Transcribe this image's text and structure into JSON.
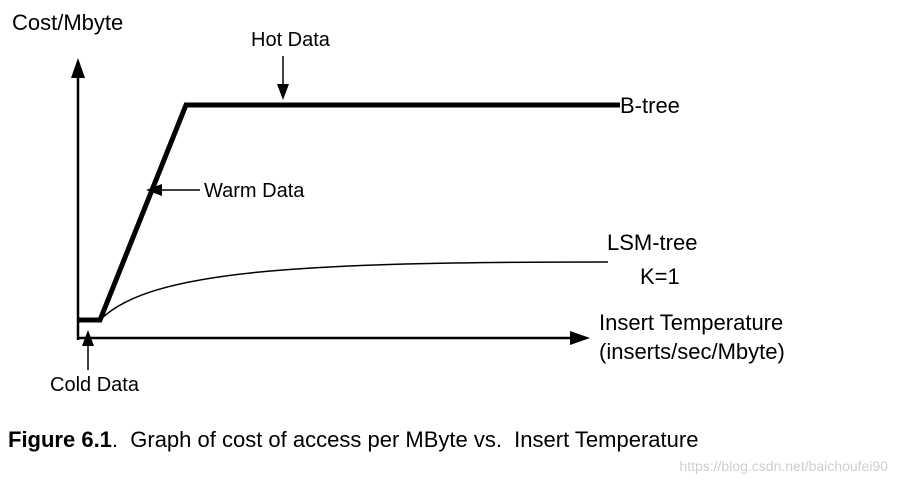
{
  "y_axis_label": "Cost/Mbyte",
  "x_axis_label_line1": "Insert Temperature",
  "x_axis_label_line2": "(inserts/sec/Mbyte)",
  "annotations": {
    "hot_data": "Hot Data",
    "warm_data": "Warm Data",
    "cold_data": "Cold Data"
  },
  "curves": {
    "btree_label": "B-tree",
    "lsm_label": "LSM-tree",
    "lsm_param": "K=1"
  },
  "caption": {
    "prefix": "Figure 6.1",
    "text": ".  Graph of cost of access per MByte vs.  Insert Temperature"
  },
  "watermark": "https://blog.csdn.net/baichoufei90"
}
